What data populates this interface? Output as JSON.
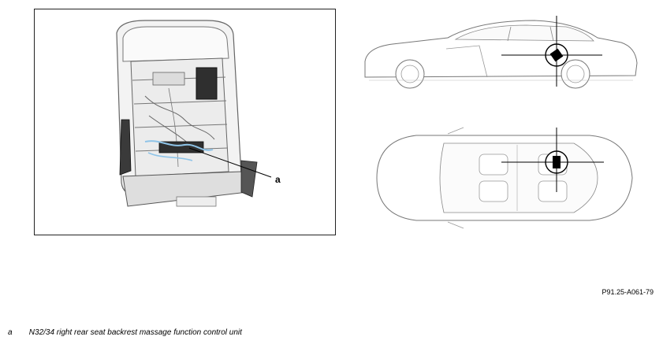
{
  "figure": {
    "callout_letter": "a",
    "reference_code": "P91.25-A061-79"
  },
  "legend": [
    {
      "key": "a",
      "text": "N32/34 right rear seat backrest massage function control unit"
    }
  ],
  "colors": {
    "line": "#555555",
    "light_line": "#9a9a9a",
    "highlight": "#8fc4e8",
    "frame": "#222222"
  }
}
